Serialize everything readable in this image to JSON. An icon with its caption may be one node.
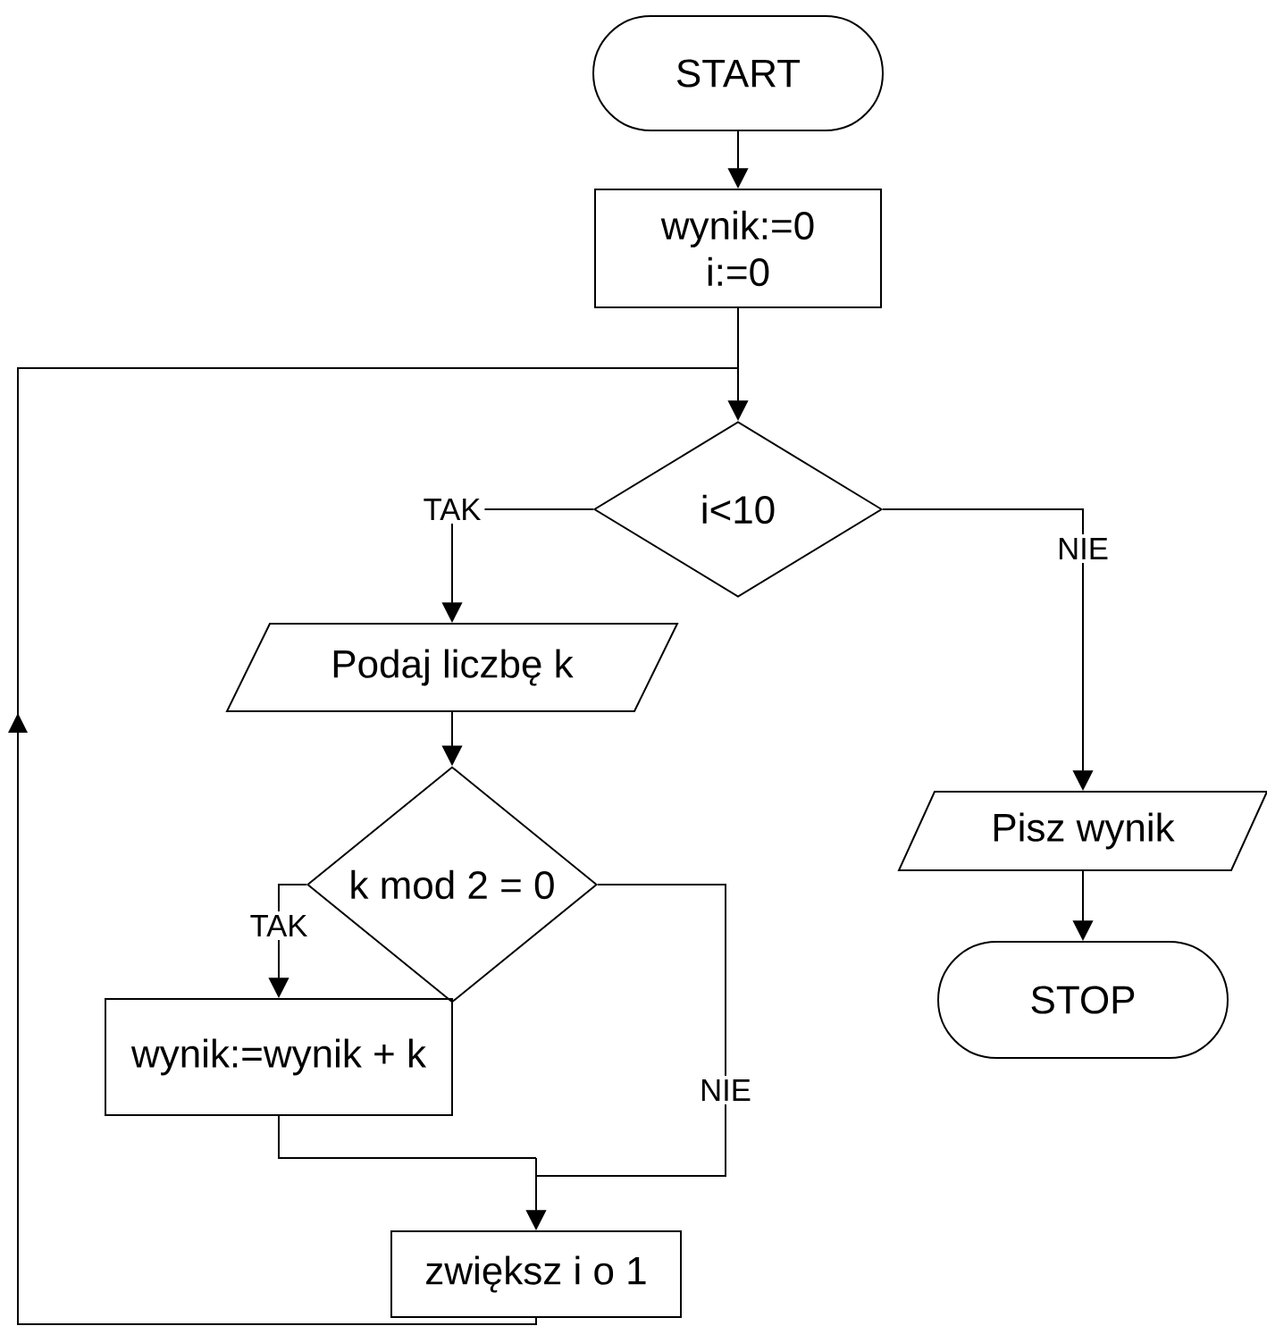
{
  "diagram": {
    "nodes": [
      {
        "text": [
          "START"
        ]
      },
      {
        "text": [
          "wynik:=0",
          "i:=0"
        ]
      },
      {
        "text": [
          "i<10"
        ]
      },
      {
        "text": [
          "Podaj liczbę k"
        ]
      },
      {
        "text": [
          "k mod 2 = 0"
        ]
      },
      {
        "text": [
          "wynik:=wynik + k"
        ]
      },
      {
        "text": [
          "zwiększ i o 1"
        ]
      },
      {
        "text": [
          "Pisz wynik"
        ]
      },
      {
        "text": [
          "STOP"
        ]
      }
    ],
    "edges": [
      {
        "from": 0,
        "to": 1,
        "arrow": "to"
      },
      {
        "from": 1,
        "to": 2,
        "arrow": "to"
      },
      {
        "from": 2,
        "to": 3,
        "arrow": "to",
        "label": "TAK"
      },
      {
        "from": 2,
        "to": 7,
        "arrow": "to",
        "label": "NIE"
      },
      {
        "from": 3,
        "to": 4,
        "arrow": "to"
      },
      {
        "from": 4,
        "to": 5,
        "arrow": "to",
        "label": "TAK"
      },
      {
        "from": 4,
        "to": 6,
        "arrow": "to",
        "label": "NIE"
      },
      {
        "from": 5,
        "to": 6,
        "arrow": "to"
      },
      {
        "from": 6,
        "to": 2,
        "arrow": "to"
      },
      {
        "from": 7,
        "to": 8,
        "arrow": "to"
      }
    ]
  }
}
